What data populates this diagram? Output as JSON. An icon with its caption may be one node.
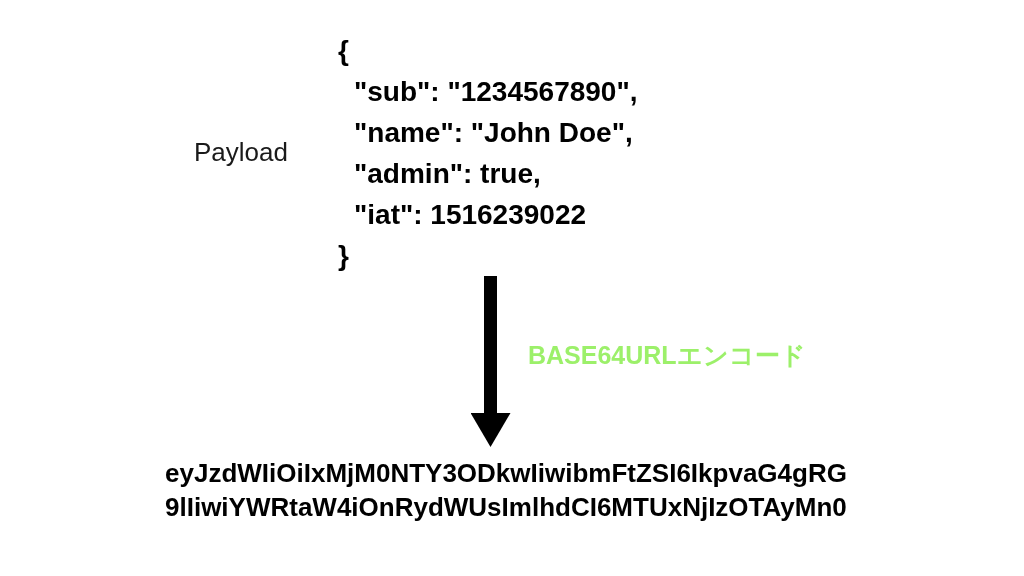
{
  "diagram": {
    "nodes": [
      {
        "text": [
          "{",
          "\"sub\": \"1234567890\",",
          "\"name\": \"John Doe\",",
          "\"admin\": true,",
          "\"iat\": 1516239022",
          "}"
        ],
        "beside": [
          "Payload"
        ]
      },
      {
        "text": [
          "eyJzdWIiOiIxMjM0NTY3ODkwIiwibmFtZSI6IkpvaG4gRG9lIiwiYWRtaW4iOnRydWUsImlhdCI6MTUxNjIzOTAyMn0"
        ]
      }
    ],
    "edges": [
      {
        "from": 0,
        "to": 1,
        "arrow": "to",
        "label": "BASE64URLエンコード"
      }
    ]
  }
}
